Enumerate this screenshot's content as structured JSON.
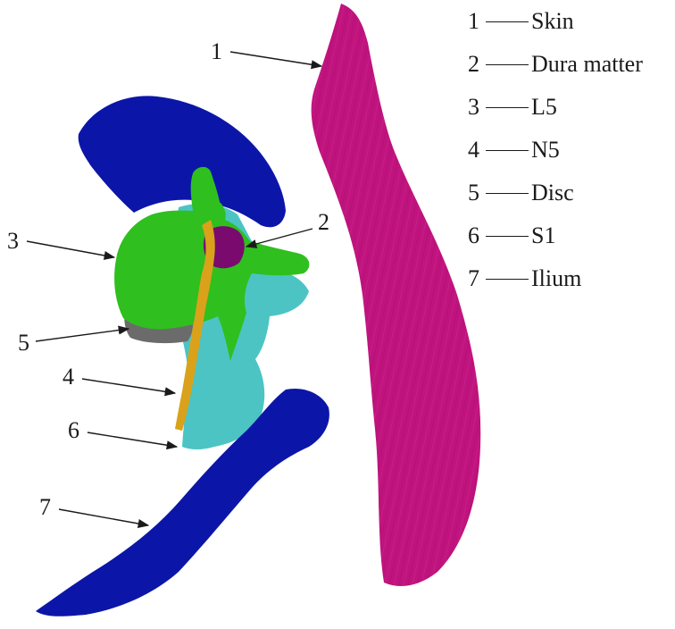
{
  "legend": [
    {
      "number": "1",
      "label": "Skin"
    },
    {
      "number": "2",
      "label": "Dura matter"
    },
    {
      "number": "3",
      "label": "L5"
    },
    {
      "number": "4",
      "label": "N5"
    },
    {
      "number": "5",
      "label": "Disc"
    },
    {
      "number": "6",
      "label": "S1"
    },
    {
      "number": "7",
      "label": "Ilium"
    }
  ],
  "callouts": [
    "1",
    "2",
    "3",
    "4",
    "5",
    "6",
    "7"
  ],
  "colors": {
    "skin": "#c0137e",
    "dura_matter": "#7a0a6e",
    "l5": "#2fbf1f",
    "n5": "#d9a21a",
    "disc": "#6b6b6b",
    "s1": "#4cc4c4",
    "ilium": "#0b16a8"
  }
}
